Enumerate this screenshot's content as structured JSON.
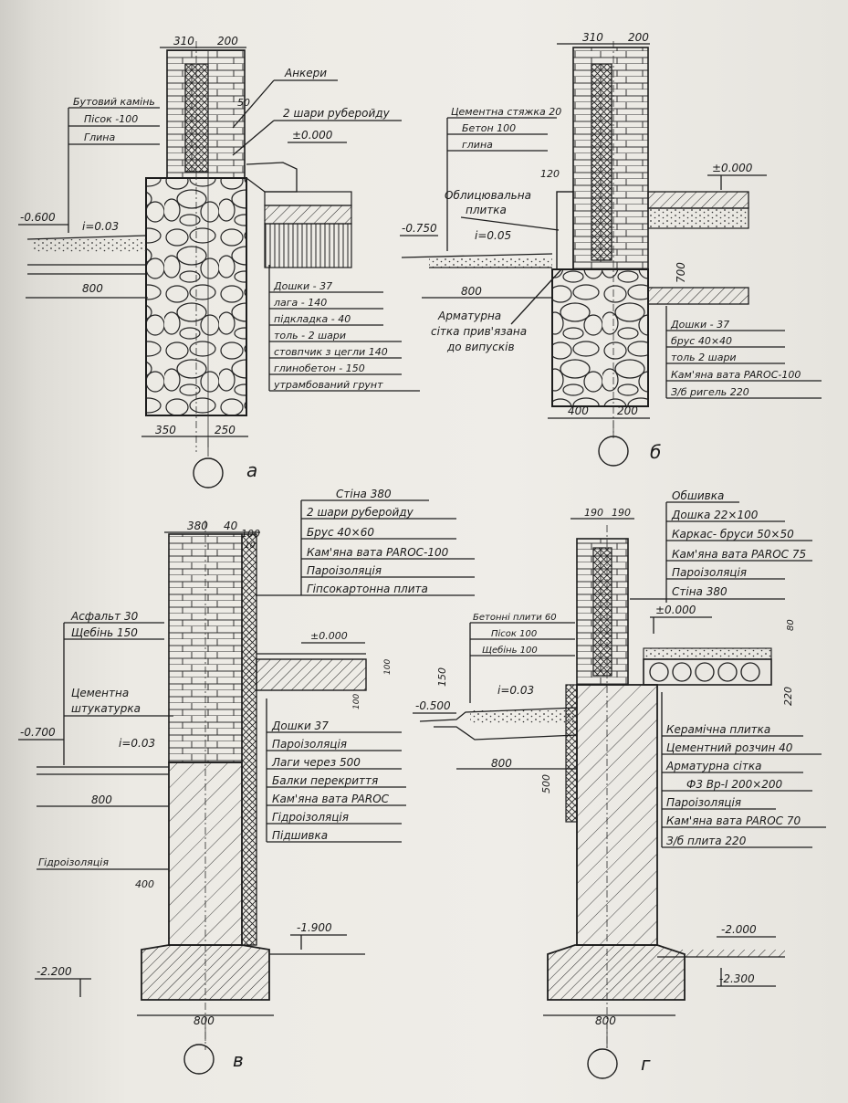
{
  "details": {
    "a": {
      "circle_label": "а",
      "dims": {
        "top_left": "310",
        "top_right": "200",
        "bottom_left": "350",
        "bottom_right": "250",
        "offset": "800",
        "a50": "50"
      },
      "levels": {
        "ground": "-0.600",
        "floor": "±0.000"
      },
      "slope": "i=0.03",
      "left_layers": [
        "Бутовий камінь",
        "Пісок -100",
        "Глина"
      ],
      "anchor_label": "Анкери",
      "roofing_label": "2 шари руберойду",
      "floor_layers": [
        "Дошки - 37",
        "лага - 140",
        "підкладка - 40",
        "толь - 2 шари",
        "стовпчик з цегли 140",
        "глинобетон - 150",
        "утрамбований грунт"
      ]
    },
    "b": {
      "circle_label": "б",
      "dims": {
        "top_left": "310",
        "top_right": "200",
        "bottom_left": "400",
        "bottom_right": "200",
        "offset": "800",
        "d120": "120",
        "d700": "700"
      },
      "levels": {
        "ground": "-0.750",
        "floor": "±0.000"
      },
      "slope": "i=0.05",
      "left_layers": [
        "Цементна стяжка 20",
        "Бетон 100",
        "глина"
      ],
      "tile_label": [
        "Облицювальна",
        "плитка"
      ],
      "mesh_label": [
        "Арматурна",
        "сітка прив'язана",
        "до випусків"
      ],
      "floor_layers": [
        "Дошки - 37",
        "брус 40×40",
        "толь 2 шари",
        "Кам'яна вата PAROC-100",
        "З/б ригель 220"
      ]
    },
    "v": {
      "circle_label": "в",
      "dims": {
        "top_left": "380",
        "top_mid": "40",
        "top_right": "100",
        "top_small": "10",
        "offset": "800",
        "bottom": "800",
        "d400": "400",
        "d100a": "100",
        "d100b": "100"
      },
      "levels": {
        "ground": "-0.700",
        "floor": "±0.000",
        "basement": "-1.900",
        "bottom": "-2.200"
      },
      "slope": "i=0.03",
      "top_layers": [
        "Стіна 380",
        "2 шари руберойду",
        "Брус 40×60",
        "Кам'яна вата PAROC-100",
        "Пароізоляція",
        "Гіпсокартонна плита"
      ],
      "left_layers": [
        "Асфальт 30",
        "Щебінь 150"
      ],
      "plaster_label": [
        "Цементна",
        "штукатурка"
      ],
      "waterproof_label": "Гідроізоляція",
      "floor_layers": [
        "Дошки 37",
        "Пароізоляція",
        "Лаги через 500",
        "Балки перекриття",
        "Кам'яна вата PAROC",
        "Гідроізоляція",
        "Підшивка"
      ]
    },
    "g": {
      "circle_label": "г",
      "dims": {
        "top_left": "190",
        "top_right": "190",
        "d150": "150",
        "offset": "800",
        "d500": "500",
        "bottom": "800",
        "d80": "80",
        "d220": "220"
      },
      "levels": {
        "ground": "-0.500",
        "floor": "±0.000",
        "basement": "-2.000",
        "bottom": "-2.300"
      },
      "slope": "i=0.03",
      "top_layers": [
        "Обшивка",
        "Дошка 22×100",
        "Каркас- бруси 50×50",
        "Кам'яна вата PAROC 75",
        "Пароізоляція",
        "Стіна 380"
      ],
      "left_layers": [
        "Бетонні плити 60",
        "Пісок 100",
        "Щебінь 100"
      ],
      "floor_layers": [
        "Керамічна плитка",
        "Цементний розчин 40",
        "Арматурна сітка",
        "Ф3 Вр-І 200×200",
        "Пароізоляція",
        "Кам'яна вата PAROC 70",
        "З/б плита 220"
      ]
    }
  },
  "colors": {
    "ink": "#1d1d1d",
    "paper": "#efede8"
  }
}
